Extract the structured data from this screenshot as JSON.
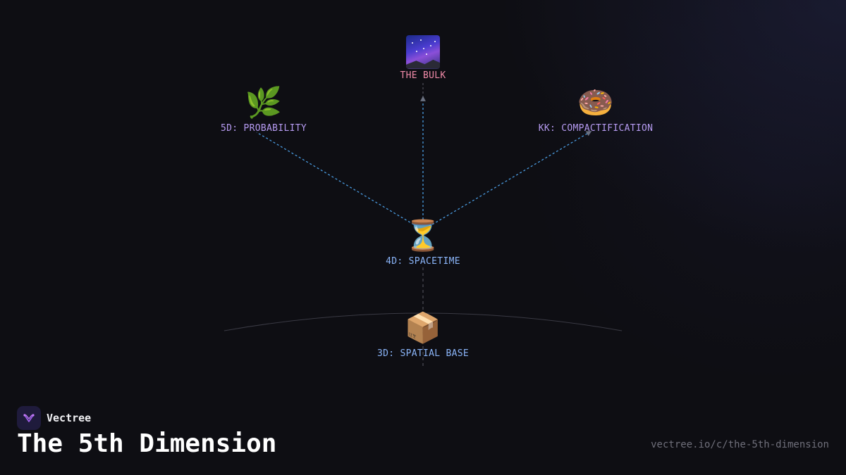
{
  "nodes": {
    "bulk": {
      "icon": "milky-way-icon",
      "label": "THE BULK",
      "color": "#f08aa8"
    },
    "probability": {
      "icon": "🌿",
      "label": "5D: PROBABILITY",
      "color": "#b59af0"
    },
    "compactification": {
      "icon": "🍩",
      "label": "KK: COMPACTIFICATION",
      "color": "#b59af0"
    },
    "spacetime": {
      "icon": "⏳",
      "label": "4D: SPACETIME",
      "color": "#8ab4f8"
    },
    "spatial_base": {
      "icon": "📦",
      "label": "3D: SPATIAL BASE",
      "color": "#8ab4f8"
    }
  },
  "colors": {
    "edge": "#4a9be0",
    "axis": "#5a5a66",
    "background": "#0e0e13"
  },
  "brand": {
    "name": "Vectree",
    "logo": "vectree-logo-icon"
  },
  "title": "The 5th Dimension",
  "url": "vectree.io/c/the-5th-dimension"
}
